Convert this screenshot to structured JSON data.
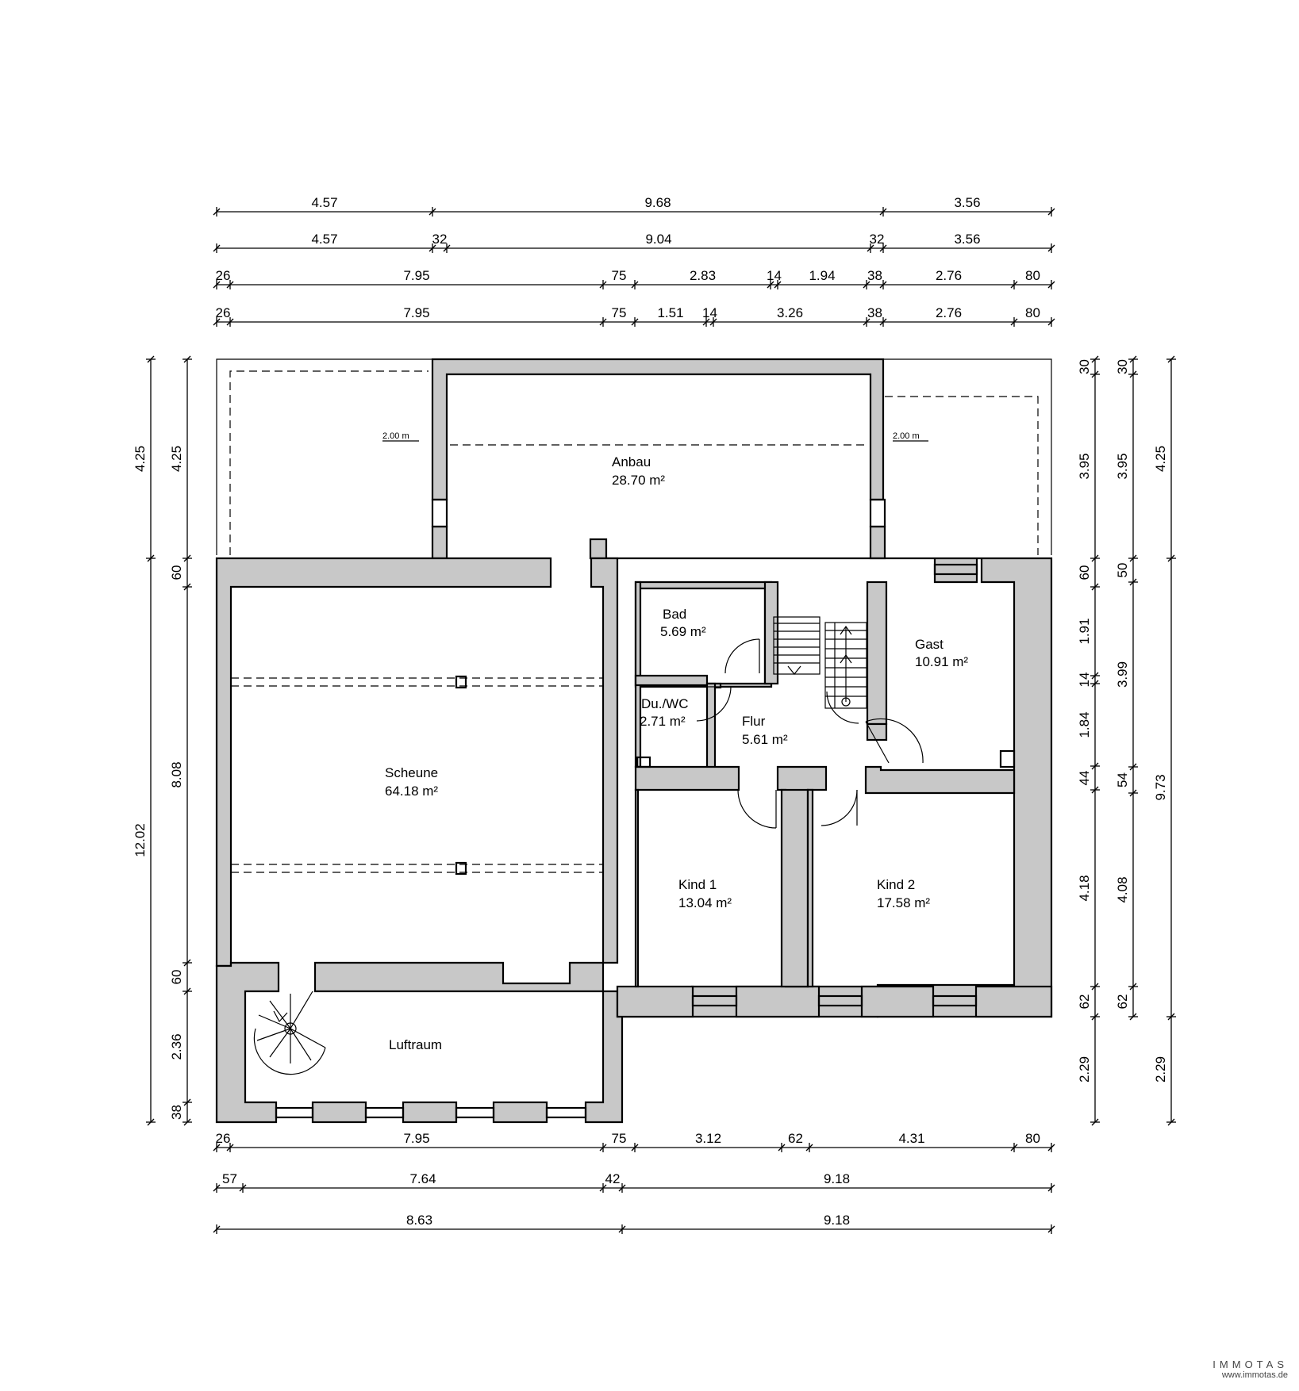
{
  "rooms": {
    "anbau": {
      "name": "Anbau",
      "area": "28.70 m²"
    },
    "bad": {
      "name": "Bad",
      "area": "5.69 m²"
    },
    "duwc": {
      "name": "Du./WC",
      "area": "2.71 m²"
    },
    "flur": {
      "name": "Flur",
      "area": "5.61 m²"
    },
    "gast": {
      "name": "Gast",
      "area": "10.91 m²"
    },
    "scheune": {
      "name": "Scheune",
      "area": "64.18 m²"
    },
    "kind1": {
      "name": "Kind 1",
      "area": "13.04 m²"
    },
    "kind2": {
      "name": "Kind 2",
      "area": "17.58 m²"
    },
    "luftraum": {
      "name": "Luftraum"
    }
  },
  "headroom_labels": {
    "left": "2.00 m",
    "right": "2.00 m"
  },
  "dimensions": {
    "top": [
      [
        "4.57",
        "9.68",
        "3.56"
      ],
      [
        "4.57",
        "32",
        "9.04",
        "32",
        "3.56"
      ],
      [
        "26",
        "7.95",
        "75",
        "2.83",
        "14",
        "1.94",
        "38",
        "2.76",
        "80"
      ],
      [
        "26",
        "7.95",
        "75",
        "1.51",
        "14",
        "3.26",
        "38",
        "2.76",
        "80"
      ]
    ],
    "bottom": [
      [
        "26",
        "7.95",
        "75",
        "3.12",
        "62",
        "4.31",
        "80"
      ],
      [
        "57",
        "7.64",
        "42",
        "9.18"
      ],
      [
        "8.63",
        "9.18"
      ]
    ],
    "left": [
      [
        "4.25",
        "12.02"
      ],
      [
        "4.25",
        "60",
        "8.08",
        "60",
        "2.36",
        "38"
      ]
    ],
    "right": [
      [
        "30",
        "3.95",
        "60",
        "1.91",
        "14",
        "1.84",
        "44",
        "4.18",
        "62",
        "2.29"
      ],
      [
        "30",
        "3.95",
        "50",
        "3.99",
        "54",
        "4.08",
        "62"
      ],
      [
        "4.25",
        "9.73",
        "2.29"
      ]
    ]
  },
  "branding": {
    "name": "IMMOTAS",
    "url": "www.immotas.de"
  }
}
